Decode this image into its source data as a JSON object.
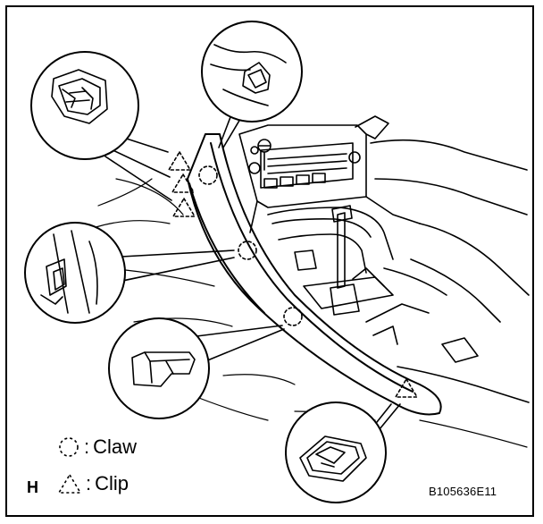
{
  "legend": {
    "claw_symbol": ":",
    "claw_label": "Claw",
    "clip_label": "Clip"
  },
  "view_label": "H",
  "reference_code": "B105636E11",
  "colors": {
    "ink": "#000000",
    "paper": "#ffffff"
  }
}
